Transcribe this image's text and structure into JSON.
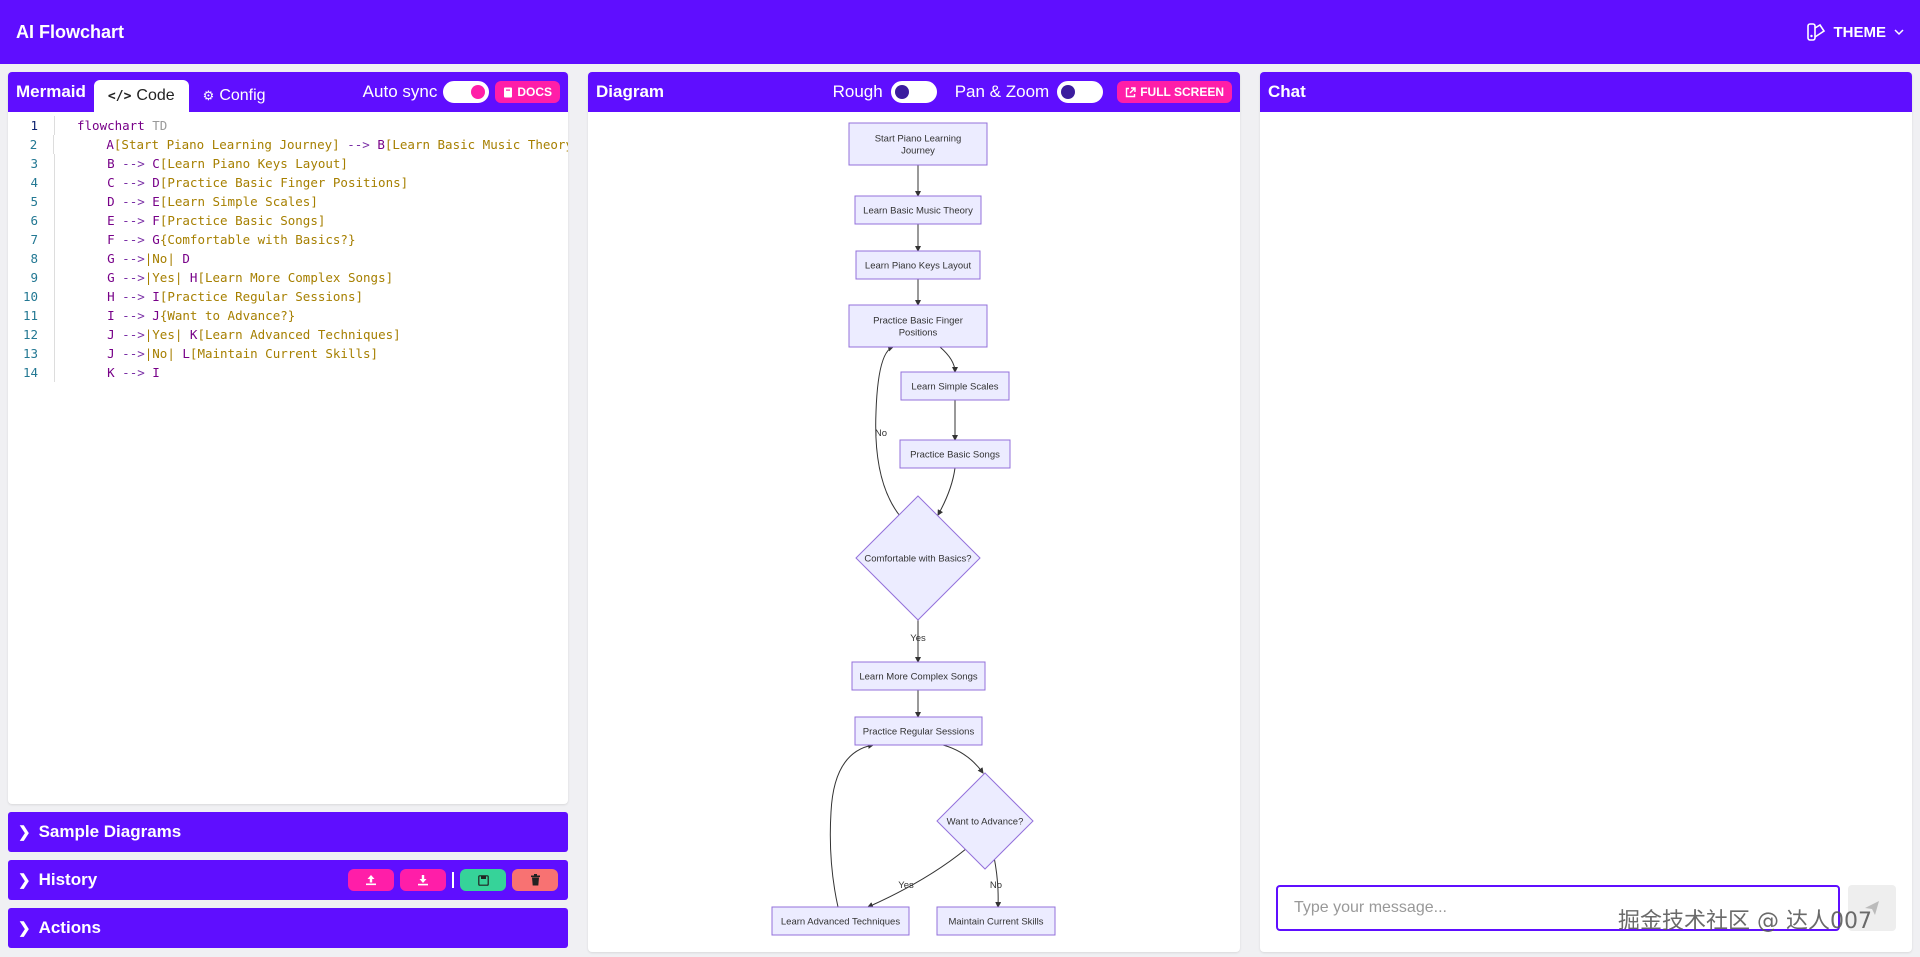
{
  "app": {
    "title": "AI Flowchart",
    "theme_label": "THEME"
  },
  "editor": {
    "label": "Mermaid",
    "tabs": [
      {
        "label": "Code"
      },
      {
        "label": "Config"
      }
    ],
    "auto_sync_label": "Auto sync",
    "docs_label": "DOCS",
    "lines": [
      {
        "n": "1",
        "indent": 0,
        "parts": [
          [
            "kw",
            "flowchart"
          ],
          [
            "var",
            " TD"
          ]
        ]
      },
      {
        "n": "2",
        "indent": 1,
        "parts": [
          [
            "node",
            "A"
          ],
          [
            "txt",
            "[Start Piano Learning Journey]"
          ],
          [
            "arrow",
            " --> "
          ],
          [
            "node",
            "B"
          ],
          [
            "txt",
            "[Learn Basic Music Theory]"
          ]
        ]
      },
      {
        "n": "3",
        "indent": 1,
        "parts": [
          [
            "node",
            "B"
          ],
          [
            "arrow",
            " --> "
          ],
          [
            "node",
            "C"
          ],
          [
            "txt",
            "[Learn Piano Keys Layout]"
          ]
        ]
      },
      {
        "n": "4",
        "indent": 1,
        "parts": [
          [
            "node",
            "C"
          ],
          [
            "arrow",
            " --> "
          ],
          [
            "node",
            "D"
          ],
          [
            "txt",
            "[Practice Basic Finger Positions]"
          ]
        ]
      },
      {
        "n": "5",
        "indent": 1,
        "parts": [
          [
            "node",
            "D"
          ],
          [
            "arrow",
            " --> "
          ],
          [
            "node",
            "E"
          ],
          [
            "txt",
            "[Learn Simple Scales]"
          ]
        ]
      },
      {
        "n": "6",
        "indent": 1,
        "parts": [
          [
            "node",
            "E"
          ],
          [
            "arrow",
            " --> "
          ],
          [
            "node",
            "F"
          ],
          [
            "txt",
            "[Practice Basic Songs]"
          ]
        ]
      },
      {
        "n": "7",
        "indent": 1,
        "parts": [
          [
            "node",
            "F"
          ],
          [
            "arrow",
            " --> "
          ],
          [
            "node",
            "G"
          ],
          [
            "txt",
            "{Comfortable with Basics?}"
          ]
        ]
      },
      {
        "n": "8",
        "indent": 1,
        "parts": [
          [
            "node",
            "G"
          ],
          [
            "arrow",
            " -->"
          ],
          [
            "txt",
            "|No|"
          ],
          [
            "node",
            " D"
          ]
        ]
      },
      {
        "n": "9",
        "indent": 1,
        "parts": [
          [
            "node",
            "G"
          ],
          [
            "arrow",
            " -->"
          ],
          [
            "txt",
            "|Yes|"
          ],
          [
            "node",
            " H"
          ],
          [
            "txt",
            "[Learn More Complex Songs]"
          ]
        ]
      },
      {
        "n": "10",
        "indent": 1,
        "parts": [
          [
            "node",
            "H"
          ],
          [
            "arrow",
            " --> "
          ],
          [
            "node",
            "I"
          ],
          [
            "txt",
            "[Practice Regular Sessions]"
          ]
        ]
      },
      {
        "n": "11",
        "indent": 1,
        "parts": [
          [
            "node",
            "I"
          ],
          [
            "arrow",
            " --> "
          ],
          [
            "node",
            "J"
          ],
          [
            "txt",
            "{Want to Advance?}"
          ]
        ]
      },
      {
        "n": "12",
        "indent": 1,
        "parts": [
          [
            "node",
            "J"
          ],
          [
            "arrow",
            " -->"
          ],
          [
            "txt",
            "|Yes|"
          ],
          [
            "node",
            " K"
          ],
          [
            "txt",
            "[Learn Advanced Techniques]"
          ]
        ]
      },
      {
        "n": "13",
        "indent": 1,
        "parts": [
          [
            "node",
            "J"
          ],
          [
            "arrow",
            " -->"
          ],
          [
            "txt",
            "|No|"
          ],
          [
            "node",
            " L"
          ],
          [
            "txt",
            "[Maintain Current Skills]"
          ]
        ]
      },
      {
        "n": "14",
        "indent": 1,
        "parts": [
          [
            "node",
            "K"
          ],
          [
            "arrow",
            " --> "
          ],
          [
            "node",
            "I"
          ]
        ]
      }
    ]
  },
  "sections": {
    "samples_label": "Sample Diagrams",
    "history_label": "History",
    "actions_label": "Actions"
  },
  "diagram": {
    "label": "Diagram",
    "rough_label": "Rough",
    "panzoom_label": "Pan & Zoom",
    "fullscreen_label": "FULL SCREEN",
    "nodes": {
      "A": [
        "Start Piano Learning",
        "Journey"
      ],
      "B": [
        "Learn Basic Music Theory"
      ],
      "C": [
        "Learn Piano Keys Layout"
      ],
      "D": [
        "Practice Basic Finger",
        "Positions"
      ],
      "E": [
        "Learn Simple Scales"
      ],
      "F": [
        "Practice Basic Songs"
      ],
      "G": [
        "Comfortable with Basics?"
      ],
      "H": [
        "Learn More Complex Songs"
      ],
      "I": [
        "Practice Regular Sessions"
      ],
      "J": [
        "Want to Advance?"
      ],
      "K": [
        "Learn Advanced Techniques"
      ],
      "L": [
        "Maintain Current Skills"
      ]
    },
    "edge_labels": {
      "no1": "No",
      "yes1": "Yes",
      "yes2": "Yes",
      "no2": "No"
    },
    "colors": {
      "node_fill": "#ECECFF",
      "node_stroke": "#9370DB",
      "edge": "#333333"
    }
  },
  "chat": {
    "label": "Chat",
    "input_placeholder": "Type your message...",
    "watermark": "掘金技术社区 @ 达人007"
  },
  "colors": {
    "brand": "#5F0EFF",
    "accent": "#FF1EA8",
    "save": "#36D399",
    "delete": "#F87272"
  }
}
